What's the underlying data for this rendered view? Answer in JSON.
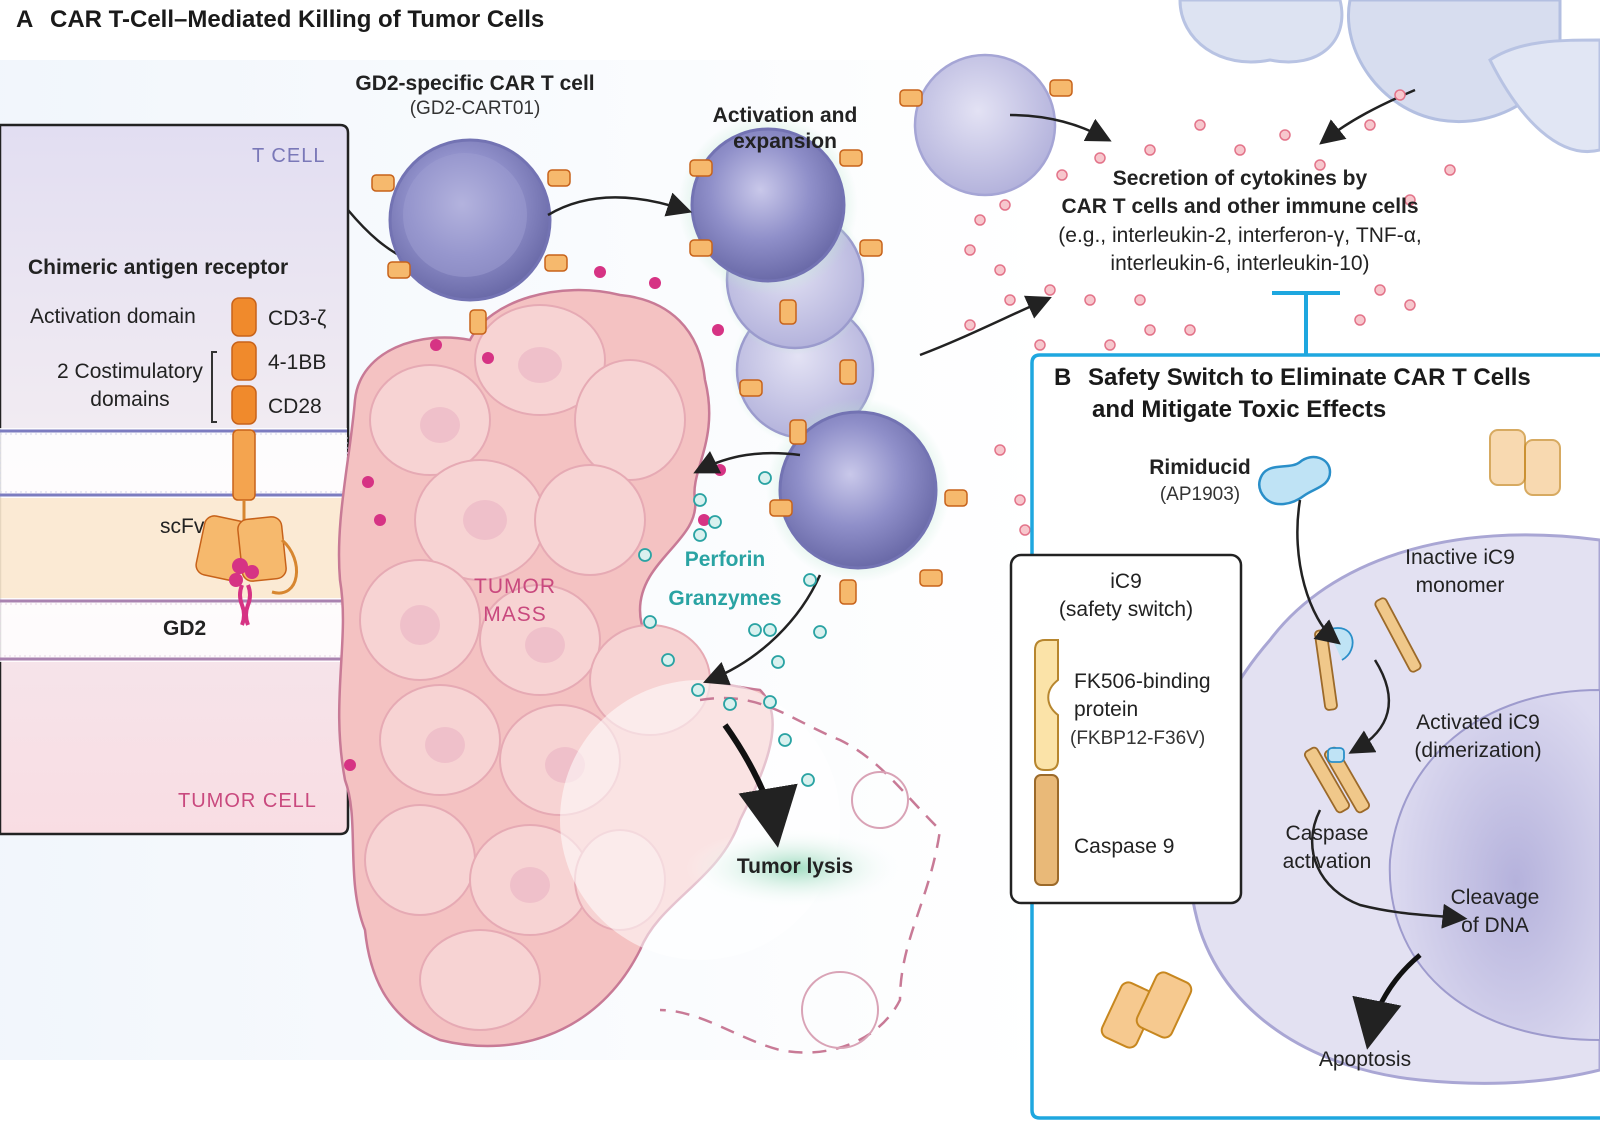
{
  "panel_a": {
    "letter": "A",
    "title": "CAR T-Cell–Mediated Killing of Tumor Cells",
    "t_cell_label": "T CELL",
    "tumor_cell_label": "TUMOR CELL",
    "car_title": "Chimeric antigen receptor",
    "activation_domain": "Activation domain",
    "costim_line1": "2 Costimulatory",
    "costim_line2": "domains",
    "cd3z": "CD3-ζ",
    "cd41bb": "4-1BB",
    "cd28": "CD28",
    "scfv": "scFv",
    "gd2": "GD2",
    "car_t_title": "GD2-specific CAR T cell",
    "car_t_sub": "(GD2-CART01)",
    "activation_line1": "Activation and",
    "activation_line2": "expansion",
    "cytokines_line1": "Secretion of cytokines by",
    "cytokines_line2": "CAR T cells and other immune cells",
    "cytokines_line3": "(e.g., interleukin-2, interferon-γ, TNF-α,",
    "cytokines_line4": "interleukin-6, interleukin-10)",
    "tumor_mass_line1": "TUMOR",
    "tumor_mass_line2": "MASS",
    "perforin": "Perforin",
    "granzymes": "Granzymes",
    "tumor_lysis": "Tumor lysis"
  },
  "panel_b": {
    "letter": "B",
    "title_line1": "Safety Switch to Eliminate CAR T Cells",
    "title_line2": "and Mitigate Toxic Effects",
    "rimiducid": "Rimiducid",
    "rimiducid_sub": "(AP1903)",
    "ic9_line1": "iC9",
    "ic9_line2": "(safety switch)",
    "fk_line1": "FK506-binding",
    "fk_line2": "protein",
    "fk_sub": "(FKBP12-F36V)",
    "caspase9": "Caspase 9",
    "inactive_line1": "Inactive iC9",
    "inactive_line2": "monomer",
    "activated_line1": "Activated iC9",
    "activated_line2": "(dimerization)",
    "caspase_act_line1": "Caspase",
    "caspase_act_line2": "activation",
    "cleavage_line1": "Cleavage",
    "cleavage_line2": "of DNA",
    "apoptosis": "Apoptosis"
  },
  "colors": {
    "t_cell_purple": "#8f8fc9",
    "receptor_orange": "#f08a2c",
    "tumor_pink": "#f4c2c2",
    "gd2_magenta": "#d63384",
    "perforin_teal": "#2aa3a3",
    "panel_b_blue": "#1ea7df",
    "cytokine_red": "#e87f8a"
  }
}
